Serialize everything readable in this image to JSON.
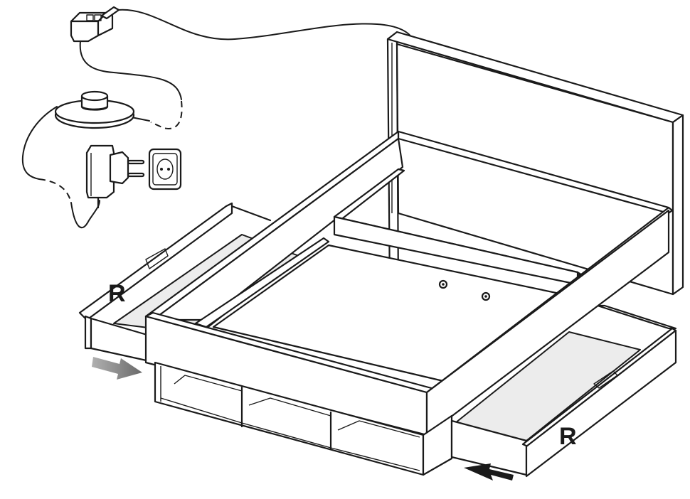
{
  "diagram": {
    "subject": "bed-with-drawers-assembly",
    "labels": {
      "left_drawer": "R",
      "right_drawer": "R"
    },
    "colors": {
      "line": "#1a1a1a",
      "drawer_bottom": "#ececec",
      "arrow_left": "#8a8a8a",
      "arrow_right": "#1a1a1a"
    },
    "icons": {
      "power_adapter": "power-adapter-icon",
      "wall_socket": "wall-socket-icon",
      "foot_switch": "foot-switch-icon",
      "connector": "connector-block-icon"
    }
  }
}
